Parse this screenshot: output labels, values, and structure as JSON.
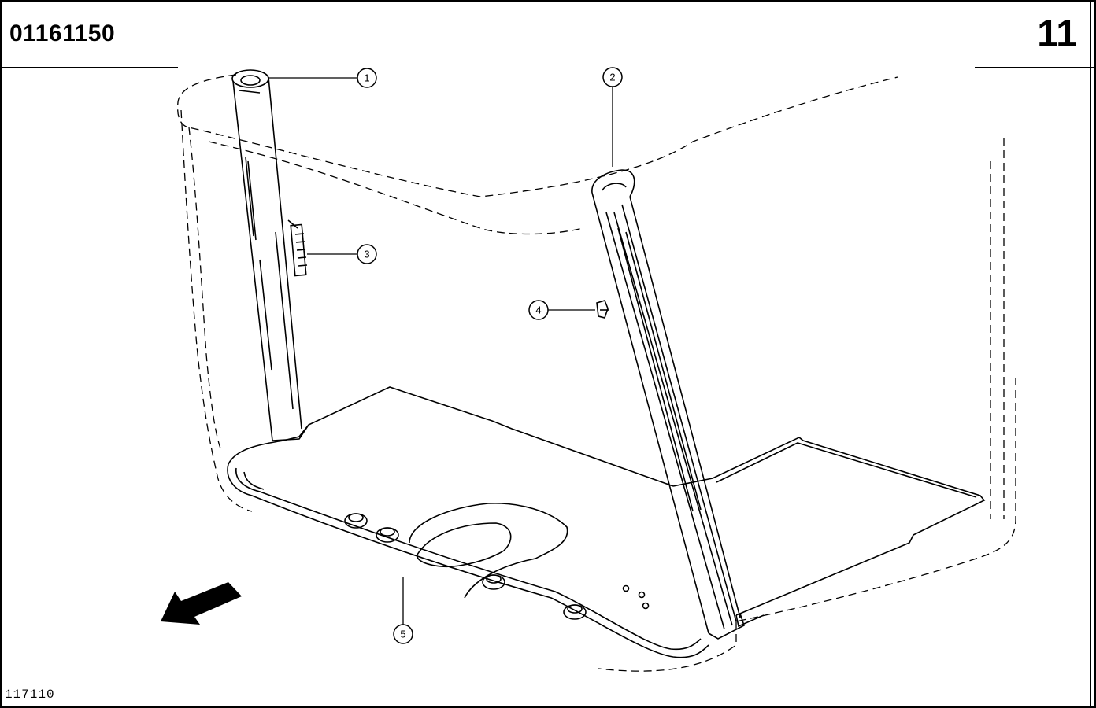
{
  "header": {
    "part_code": "01161150",
    "page_number": "11"
  },
  "figure_ref": "117110",
  "callouts": [
    {
      "id": "callout-1",
      "label": "1"
    },
    {
      "id": "callout-2",
      "label": "2"
    },
    {
      "id": "callout-3",
      "label": "3"
    },
    {
      "id": "callout-4",
      "label": "4"
    },
    {
      "id": "callout-5",
      "label": "5"
    }
  ]
}
